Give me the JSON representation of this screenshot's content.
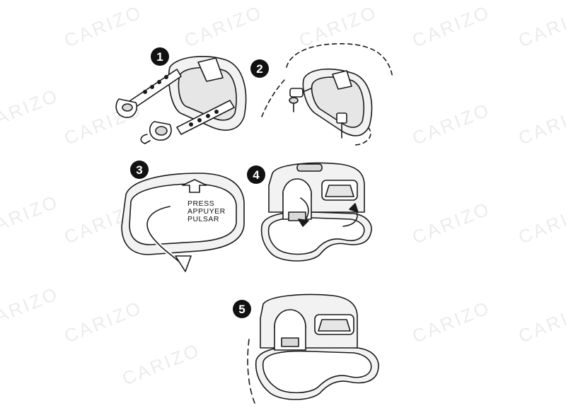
{
  "watermark": "CARIZO",
  "steps": [
    {
      "number": "1"
    },
    {
      "number": "2"
    },
    {
      "number": "3",
      "label_lines": [
        "PRESS",
        "APPUYER",
        "PULSAR"
      ]
    },
    {
      "number": "4"
    },
    {
      "number": "5"
    }
  ],
  "colors": {
    "line": "#1a1a1a",
    "fill_light": "#f2f2f2",
    "fill_mid": "#d9d9d9",
    "watermark": "#ececec"
  }
}
